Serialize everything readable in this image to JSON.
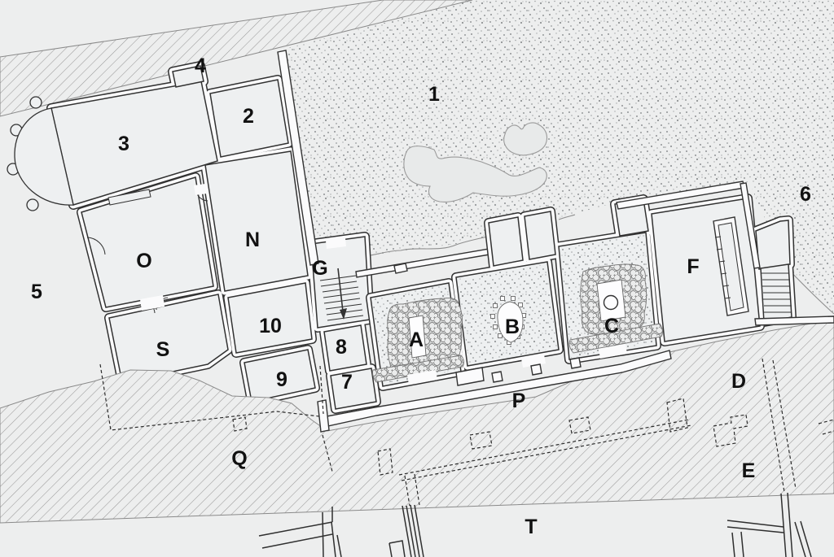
{
  "plan": {
    "areas": [
      {
        "id": "1",
        "label": "1"
      },
      {
        "id": "2",
        "label": "2"
      },
      {
        "id": "3",
        "label": "3"
      },
      {
        "id": "4",
        "label": "4"
      },
      {
        "id": "5",
        "label": "5"
      },
      {
        "id": "6",
        "label": "6"
      },
      {
        "id": "7",
        "label": "7"
      },
      {
        "id": "8",
        "label": "8"
      },
      {
        "id": "9",
        "label": "9"
      },
      {
        "id": "10",
        "label": "10"
      },
      {
        "id": "A",
        "label": "A"
      },
      {
        "id": "B",
        "label": "B"
      },
      {
        "id": "C",
        "label": "C"
      },
      {
        "id": "D",
        "label": "D"
      },
      {
        "id": "E",
        "label": "E"
      },
      {
        "id": "F",
        "label": "F"
      },
      {
        "id": "G",
        "label": "G"
      },
      {
        "id": "N",
        "label": "N"
      },
      {
        "id": "O",
        "label": "O"
      },
      {
        "id": "P",
        "label": "P"
      },
      {
        "id": "Q",
        "label": "Q"
      },
      {
        "id": "S",
        "label": "S"
      },
      {
        "id": "T",
        "label": "T"
      }
    ],
    "colors": {
      "background": "#edeeee",
      "room_fill": "#eef0f1",
      "wall_line": "#323232",
      "wall_core": "#fbfbfc",
      "hatch_line": "#9b9b9b",
      "stipple_dot": "#96999b",
      "label": "#111111"
    }
  }
}
